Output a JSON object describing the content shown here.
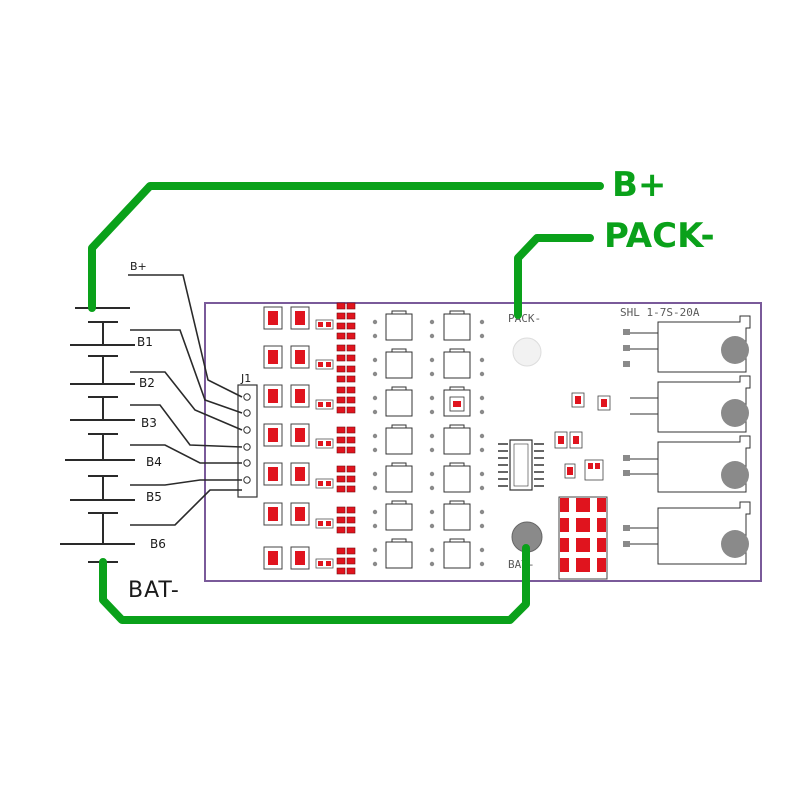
{
  "labels": {
    "b_plus": "B+",
    "pack_minus": "PACK-",
    "bat_minus": "BAT-",
    "b_plus_small": "B+",
    "taps": [
      "B1",
      "B2",
      "B3",
      "B4",
      "B5",
      "B6"
    ],
    "board_model": "SHL 1-7S-20A",
    "connector": "J1",
    "pad_pack": "PACK-",
    "pad_bat": "BAT-"
  },
  "colors": {
    "trace_green": "#0aa11a",
    "board_outline": "#7a5a9a",
    "component_red": "#e0141e",
    "pad_grey": "#8a8a8a"
  }
}
